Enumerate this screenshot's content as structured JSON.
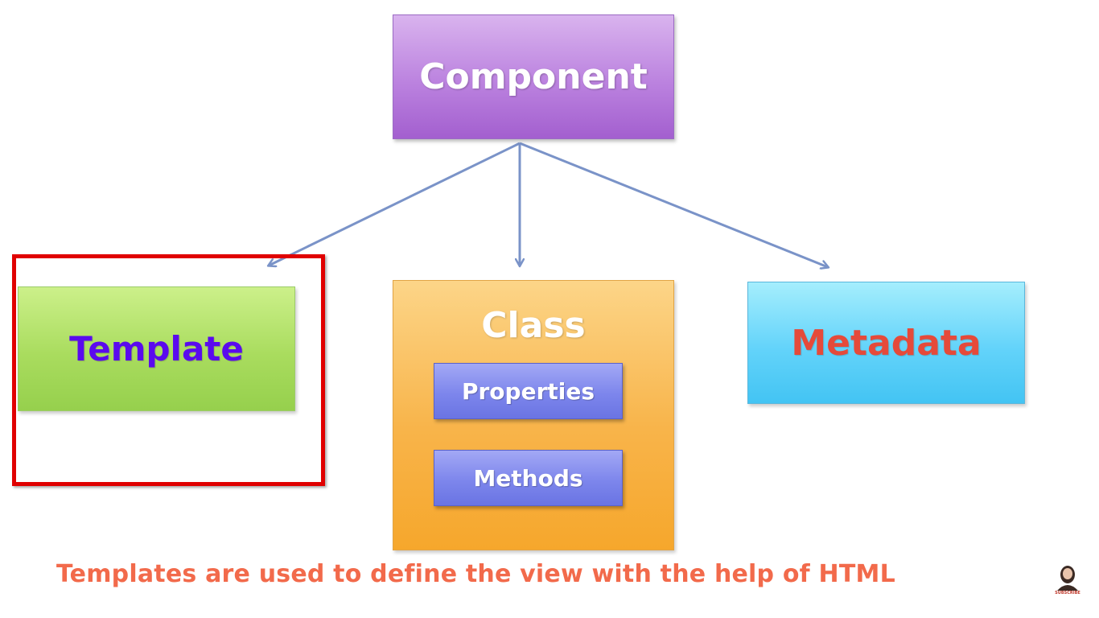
{
  "diagram": {
    "root": {
      "label": "Component",
      "color": "#b57bdc"
    },
    "children": [
      {
        "label": "Template",
        "color": "#a9dc5e",
        "text_color": "#5a0aee",
        "highlighted": true
      },
      {
        "label": "Class",
        "color": "#f8b44a",
        "text_color": "#ffffff",
        "items": [
          {
            "label": "Properties",
            "color": "#7d86ec"
          },
          {
            "label": "Methods",
            "color": "#7d86ec"
          }
        ]
      },
      {
        "label": "Metadata",
        "color": "#63d3fa",
        "text_color": "#e54a3a"
      }
    ],
    "arrow_color": "#7a93c8",
    "highlight_color": "#e00000"
  },
  "caption": {
    "text": "Templates are used to define the view with the help of HTML",
    "color": "#f26a4b"
  },
  "channel": {
    "subscribe_label": "SUBSCRIBE"
  }
}
